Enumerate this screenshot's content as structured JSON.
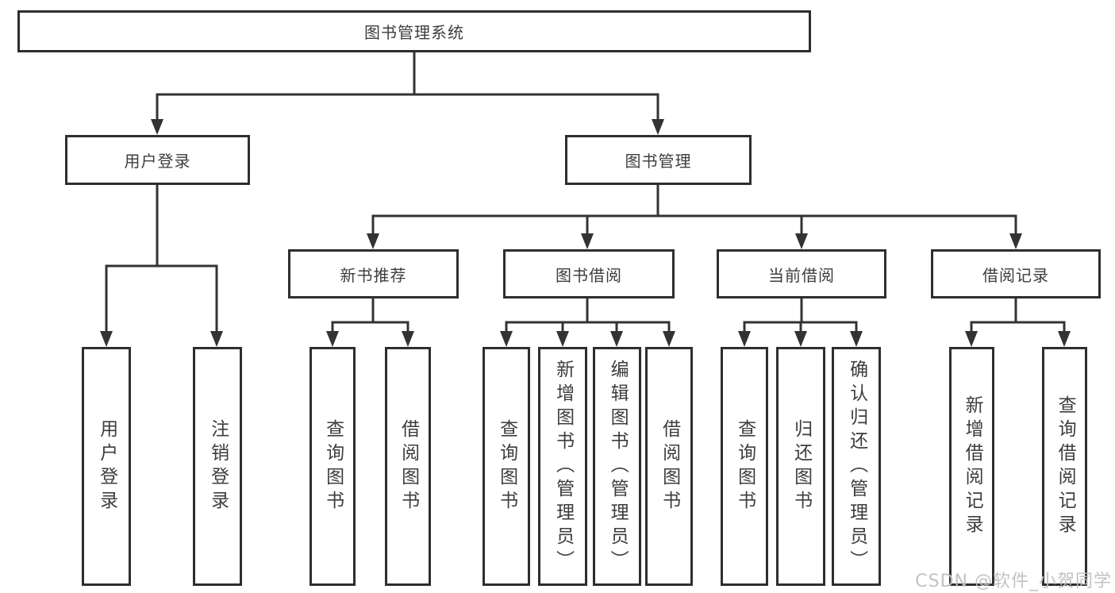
{
  "tree": {
    "root": {
      "label": "图书管理系统"
    },
    "branches": [
      {
        "label": "用户登录",
        "children": [
          {
            "label": "用户登录"
          },
          {
            "label": "注销登录"
          }
        ]
      },
      {
        "label": "图书管理",
        "children": [
          {
            "label": "新书推荐",
            "children": [
              {
                "label": "查询图书"
              },
              {
                "label": "借阅图书"
              }
            ]
          },
          {
            "label": "图书借阅",
            "children": [
              {
                "label": "查询图书"
              },
              {
                "label": "新增图书（管理员）"
              },
              {
                "label": "编辑图书（管理员）"
              },
              {
                "label": "借阅图书"
              }
            ]
          },
          {
            "label": "当前借阅",
            "children": [
              {
                "label": "查询图书"
              },
              {
                "label": "归还图书"
              },
              {
                "label": "确认归还（管理员）"
              }
            ]
          },
          {
            "label": "借阅记录",
            "children": [
              {
                "label": "新增借阅记录"
              },
              {
                "label": "查询借阅记录"
              }
            ]
          }
        ]
      }
    ]
  },
  "watermark": {
    "text": "CSDN @软件_小贺同学"
  },
  "colors": {
    "line": "#333333",
    "box_border": "#2e2e2e",
    "text": "#3d3d3d",
    "watermark": "#bfbfbf",
    "background": "#ffffff"
  }
}
